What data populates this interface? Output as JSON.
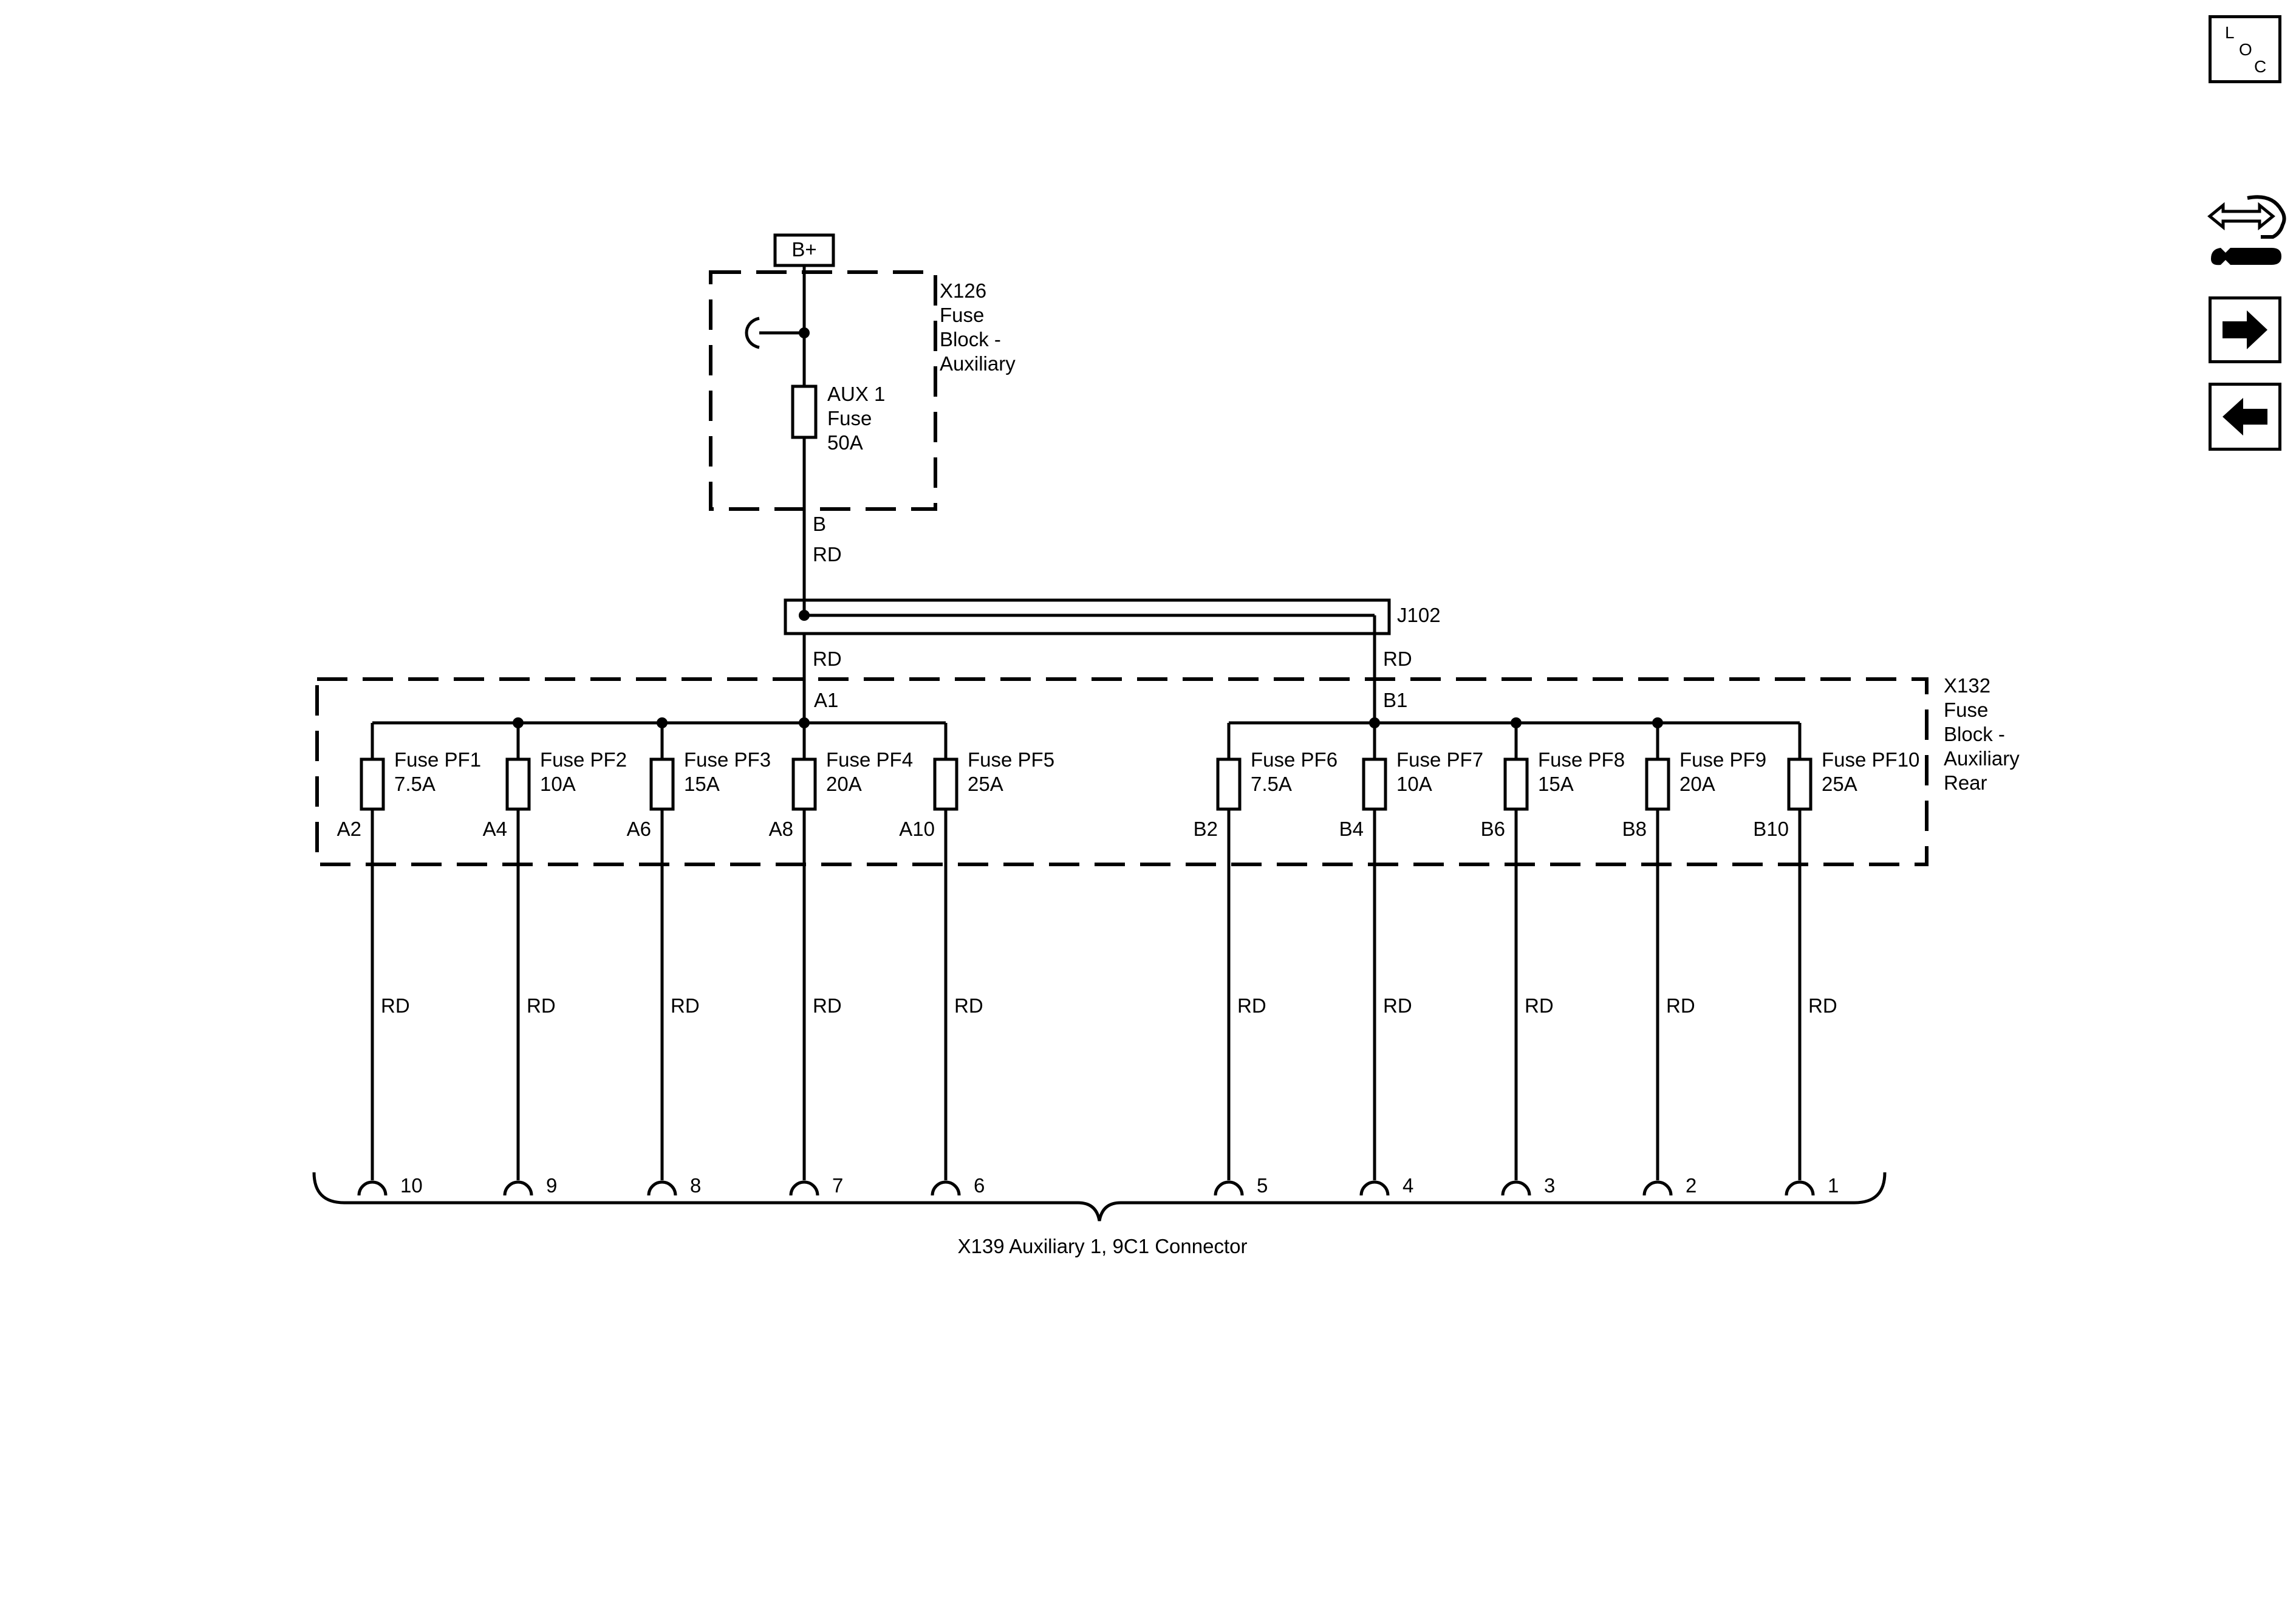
{
  "supply": {
    "label": "B+"
  },
  "upper_block": {
    "name_lines": [
      "X126",
      "Fuse",
      "Block -",
      "Auxiliary"
    ],
    "fuse_lines": [
      "AUX 1",
      "Fuse",
      "50A"
    ],
    "out_terminal": "B",
    "out_wire": "RD"
  },
  "splice": {
    "label": "J102",
    "left_wire": "RD",
    "right_wire": "RD"
  },
  "lower_block": {
    "name_lines": [
      "X132",
      "Fuse",
      "Block -",
      "Auxiliary",
      "Rear"
    ],
    "left_bus_terminal": "A1",
    "right_bus_terminal": "B1"
  },
  "fuses": [
    {
      "name": "Fuse PF1",
      "rating": "7.5A",
      "terminal": "A2",
      "wire": "RD",
      "pin": "10"
    },
    {
      "name": "Fuse PF2",
      "rating": "10A",
      "terminal": "A4",
      "wire": "RD",
      "pin": "9"
    },
    {
      "name": "Fuse PF3",
      "rating": "15A",
      "terminal": "A6",
      "wire": "RD",
      "pin": "8"
    },
    {
      "name": "Fuse PF4",
      "rating": "20A",
      "terminal": "A8",
      "wire": "RD",
      "pin": "7"
    },
    {
      "name": "Fuse PF5",
      "rating": "25A",
      "terminal": "A10",
      "wire": "RD",
      "pin": "6"
    },
    {
      "name": "Fuse PF6",
      "rating": "7.5A",
      "terminal": "B2",
      "wire": "RD",
      "pin": "5"
    },
    {
      "name": "Fuse PF7",
      "rating": "10A",
      "terminal": "B4",
      "wire": "RD",
      "pin": "4"
    },
    {
      "name": "Fuse PF8",
      "rating": "15A",
      "terminal": "B6",
      "wire": "RD",
      "pin": "3"
    },
    {
      "name": "Fuse PF9",
      "rating": "20A",
      "terminal": "B8",
      "wire": "RD",
      "pin": "2"
    },
    {
      "name": "Fuse PF10",
      "rating": "25A",
      "terminal": "B10",
      "wire": "RD",
      "pin": "1"
    }
  ],
  "connector": {
    "label": "X139 Auxiliary 1, 9C1 Connector"
  },
  "side_nav": {
    "loc_letters": [
      "L",
      "O",
      "C"
    ],
    "icons": [
      "loc-icon",
      "service-wrench-icon",
      "arrow-right-icon",
      "arrow-left-icon"
    ]
  }
}
